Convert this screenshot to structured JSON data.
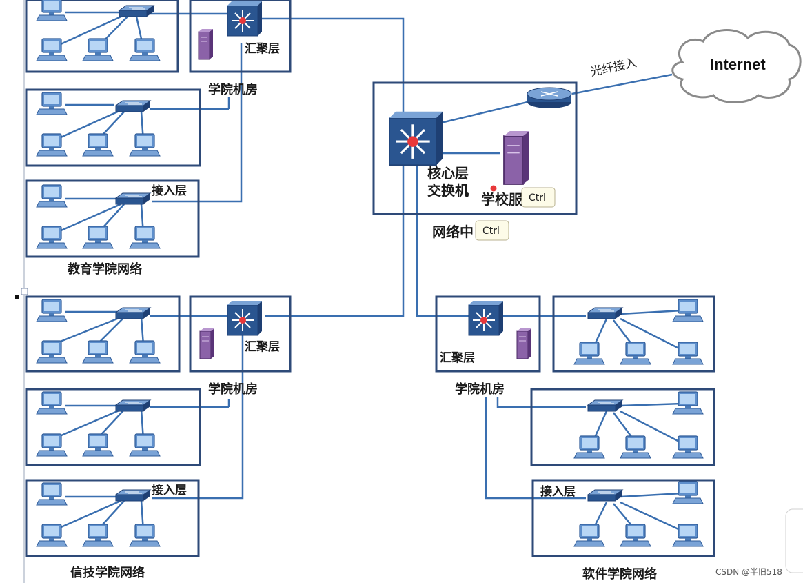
{
  "labels": {
    "aggregation_top": "汇聚层",
    "room_top": "学院机房",
    "access_edu": "接入层",
    "edu_network": "教育学院网络",
    "core_line1": "核心层",
    "core_line2": "交换机",
    "school_server": "学校服",
    "network_center": "网络中",
    "fiber_access": "光纤接入",
    "internet": "Internet",
    "aggregation_left": "汇聚层",
    "room_left": "学院机房",
    "access_it": "接入层",
    "it_network": "信技学院网络",
    "aggregation_right": "汇聚层",
    "room_right": "学院机房",
    "access_sw": "接入层",
    "sw_network": "软件学院网络",
    "ctrl_1": "Ctrl",
    "ctrl_2": "Ctrl",
    "watermark": "CSDN @半旧518"
  },
  "colors": {
    "link": "#3a6fb0",
    "box_border": "#2e4a78",
    "device_dark": "#1e3f73",
    "device_light": "#7aa3d6",
    "pc_screen": "#8ab8e8",
    "server": "#7b4f96",
    "core_dot": "#e8383a",
    "cloud_stroke": "#8a8a8a"
  }
}
